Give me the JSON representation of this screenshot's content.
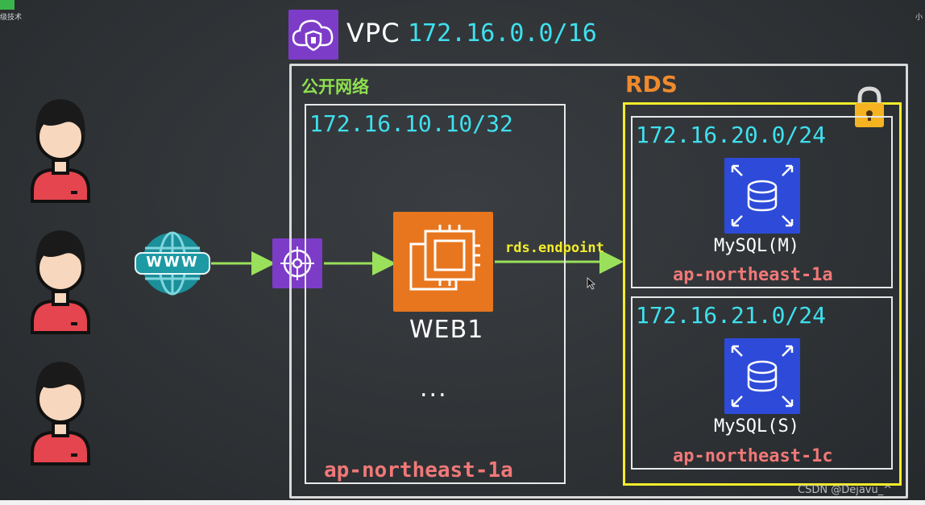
{
  "corner": {
    "left_text": "级技术",
    "right_text": "小"
  },
  "vpc": {
    "title": "VPC",
    "cidr": "172.16.0.0/16",
    "icon": "vpc-cloud-shield-icon"
  },
  "public_network": {
    "label": "公开网络",
    "subnet_cidr": "172.16.10.10/32",
    "web_instance": {
      "label": "WEB1",
      "icon": "ec2-chip-icon"
    },
    "more": "...",
    "availability_zone": "ap-northeast-1a"
  },
  "internet": {
    "label": "WWW",
    "icon": "globe-www-icon"
  },
  "gateway": {
    "icon": "internet-gateway-icon"
  },
  "connection": {
    "label": "rds.endpoint"
  },
  "rds": {
    "label": "RDS",
    "subnets": [
      {
        "cidr": "172.16.20.0/24",
        "db_label": "MySQL(M)",
        "availability_zone": "ap-northeast-1a",
        "icon": "rds-database-icon"
      },
      {
        "cidr": "172.16.21.0/24",
        "db_label": "MySQL(S)",
        "availability_zone": "ap-northeast-1c",
        "icon": "rds-database-icon"
      }
    ]
  },
  "users": [
    {
      "icon": "user-icon"
    },
    {
      "icon": "user-icon"
    },
    {
      "icon": "user-icon"
    }
  ],
  "colors": {
    "cidr": "#3fe0ee",
    "public_label": "#8ee04f",
    "rds_label": "#f08a2c",
    "rds_border": "#f4ec2a",
    "az_label": "#f07878",
    "arrow": "#9be05a",
    "vpc_icon": "#7d3cc8",
    "ec2_icon": "#e8761e",
    "rds_icon": "#2d4bd8"
  },
  "watermark": "CSDN @Dejavu_^"
}
